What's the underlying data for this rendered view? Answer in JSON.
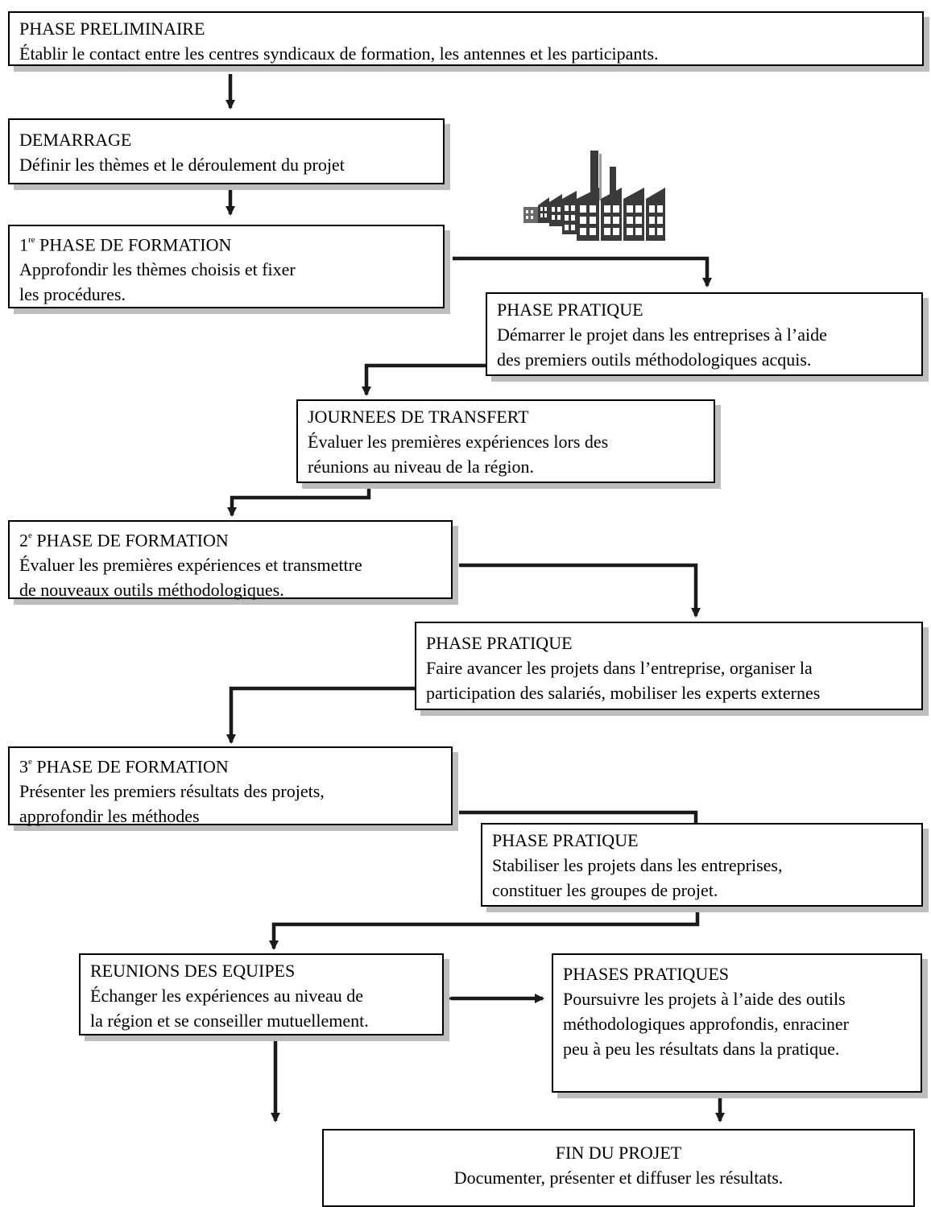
{
  "steps": {
    "preliminaire": {
      "title": "PHASE PRELIMINAIRE",
      "line1": "Établir le contact entre les centres syndicaux de formation, les antennes et les participants."
    },
    "demarrage": {
      "title": "DEMARRAGE",
      "line1": "Définir les thèmes et le déroulement du projet"
    },
    "formation1": {
      "num": "1",
      "sup": "re",
      "title": " PHASE DE FORMATION",
      "line1": "Approfondir les thèmes choisis et fixer",
      "line2": "les procédures."
    },
    "pratique1": {
      "title": "PHASE PRATIQUE",
      "line1": "Démarrer le projet dans les entreprises à l’aide",
      "line2": "des premiers outils méthodologiques acquis."
    },
    "transfert": {
      "title": "JOURNEES DE TRANSFERT",
      "line1": "Évaluer les premières expériences lors des",
      "line2": "réunions au niveau de la région."
    },
    "formation2": {
      "num": "2",
      "sup": "e",
      "title": " PHASE DE FORMATION",
      "line1": "Évaluer les premières expériences et transmettre",
      "line2": "de nouveaux outils méthodologiques."
    },
    "pratique2": {
      "title": "PHASE PRATIQUE",
      "line1": "Faire avancer les projets dans l’entreprise, organiser la",
      "line2": "participation des salariés, mobiliser les experts externes"
    },
    "formation3": {
      "num": "3",
      "sup": "e",
      "title": " PHASE DE FORMATION",
      "line1": "Présenter les premiers résultats des projets,",
      "line2": "approfondir les méthodes"
    },
    "pratique3": {
      "title": "PHASE PRATIQUE",
      "line1": "Stabiliser les projets dans les entreprises,",
      "line2": "constituer les groupes de projet."
    },
    "reunions": {
      "title": "REUNIONS DES EQUIPES",
      "line1": "Échanger les expériences au niveau de",
      "line2": "la région et se conseiller mutuellement."
    },
    "phases_pratiques": {
      "title": "PHASES PRATIQUES",
      "line1": "Poursuivre les projets à l’aide des outils",
      "line2": "méthodologiques approfondis, enraciner",
      "line3": "peu à peu les résultats dans la pratique."
    },
    "fin": {
      "title": "FIN DU PROJET",
      "line1": "Documenter, présenter et diffuser les résultats."
    }
  },
  "colors": {
    "shadow": "#bdbdbd",
    "line": "#1a1a1a",
    "factory": "#3a3a3a"
  },
  "icons": {
    "illustration": "factory-icon"
  }
}
